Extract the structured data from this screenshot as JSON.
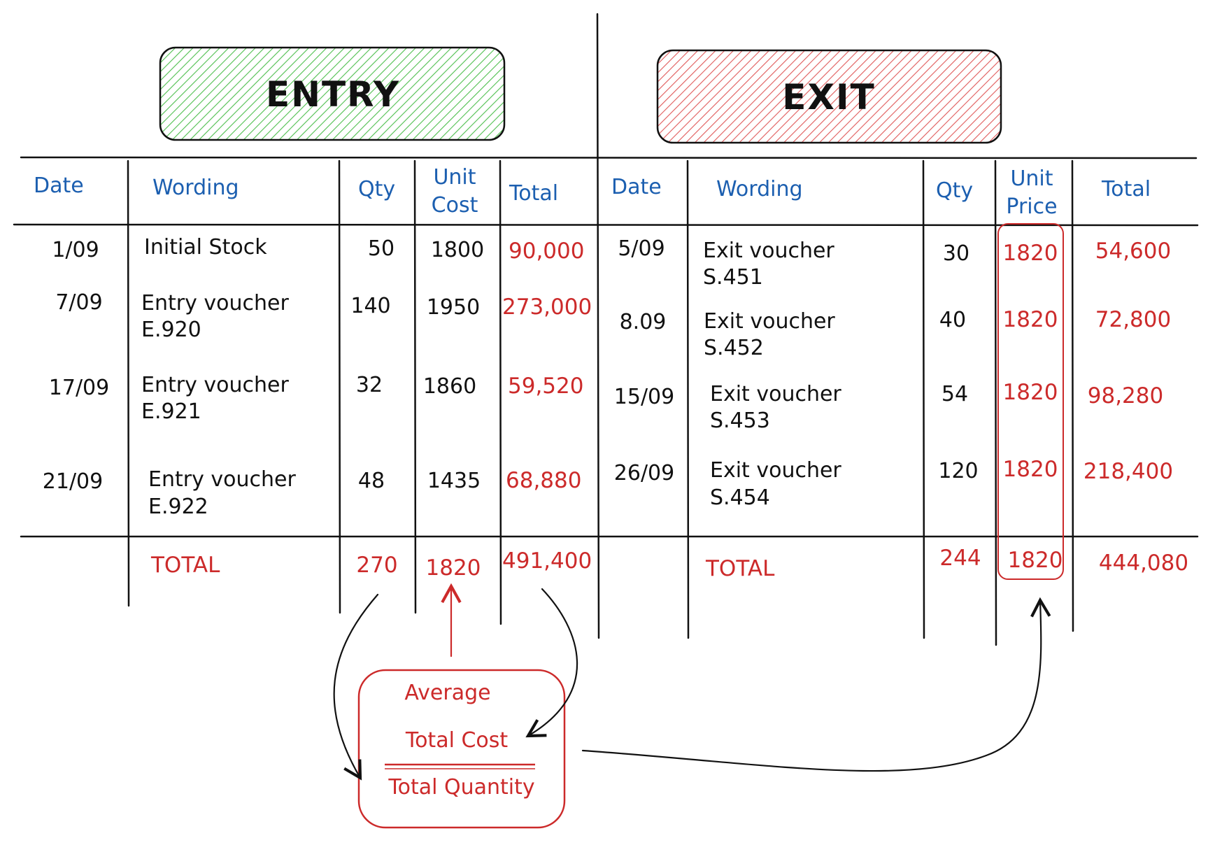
{
  "banners": {
    "entry": "ENTRY",
    "exit": "EXIT"
  },
  "colors": {
    "entry_banner": "#4fbf4f",
    "exit_banner": "#e05a5a",
    "header_text": "#1c5fb0",
    "value_red": "#cc2a2a",
    "ink": "#111111"
  },
  "entry": {
    "headers": {
      "date": "Date",
      "wording": "Wording",
      "qty": "Qty",
      "unit_1": "Unit",
      "unit_2": "Cost",
      "total": "Total"
    },
    "rows": [
      {
        "date": "1/09",
        "wording_1": "Initial Stock",
        "wording_2": "",
        "qty": "50",
        "unit": "1800",
        "total": "90,000"
      },
      {
        "date": "7/09",
        "wording_1": "Entry voucher",
        "wording_2": "E.920",
        "qty": "140",
        "unit": "1950",
        "total": "273,000"
      },
      {
        "date": "17/09",
        "wording_1": "Entry voucher",
        "wording_2": "E.921",
        "qty": "32",
        "unit": "1860",
        "total": "59,520"
      },
      {
        "date": "21/09",
        "wording_1": "Entry voucher",
        "wording_2": "E.922",
        "qty": "48",
        "unit": "1435",
        "total": "68,880"
      }
    ],
    "totals": {
      "label": "TOTAL",
      "qty": "270",
      "unit": "1820",
      "total": "491,400"
    }
  },
  "exit": {
    "headers": {
      "date": "Date",
      "wording": "Wording",
      "qty": "Qty",
      "unit_1": "Unit",
      "unit_2": "Price",
      "total": "Total"
    },
    "rows": [
      {
        "date": "5/09",
        "wording_1": "Exit voucher",
        "wording_2": "S.451",
        "qty": "30",
        "unit": "1820",
        "total": "54,600"
      },
      {
        "date": "8.09",
        "wording_1": "Exit voucher",
        "wording_2": "S.452",
        "qty": "40",
        "unit": "1820",
        "total": "72,800"
      },
      {
        "date": "15/09",
        "wording_1": "Exit voucher",
        "wording_2": "S.453",
        "qty": "54",
        "unit": "1820",
        "total": "98,280"
      },
      {
        "date": "26/09",
        "wording_1": "Exit voucher",
        "wording_2": "S.454",
        "qty": "120",
        "unit": "1820",
        "total": "218,400"
      }
    ],
    "totals": {
      "label": "TOTAL",
      "qty": "244",
      "unit": "1820",
      "total": "444,080"
    }
  },
  "formula": {
    "title": "Average",
    "numerator": "Total Cost",
    "denominator": "Total Quantity"
  }
}
